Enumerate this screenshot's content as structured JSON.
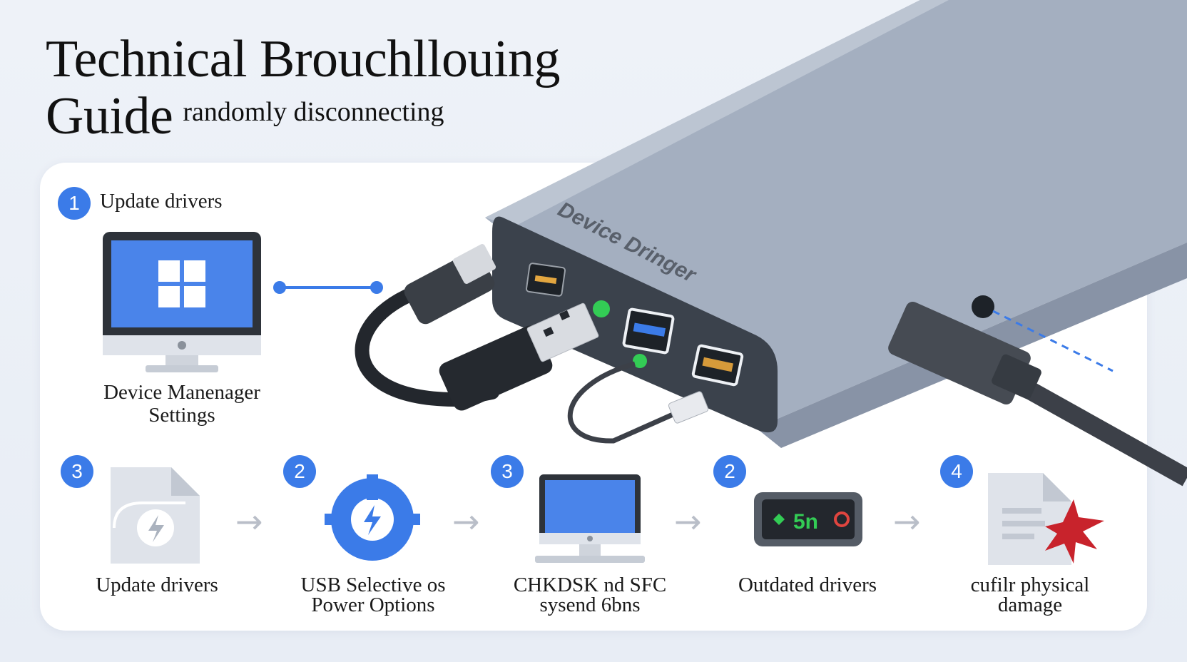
{
  "title": {
    "line1": "Technical Brouchllouing",
    "line2": "Guide",
    "subtitle": "randomly disconnecting"
  },
  "top_step": {
    "badge": "1",
    "title": "Update drivers",
    "caption_line1": "Device Manenager",
    "caption_line2": "Settings"
  },
  "device": {
    "label": "Device Dringer"
  },
  "display_code": "5n",
  "steps": [
    {
      "badge": "3",
      "line1": "Update drivers",
      "line2": ""
    },
    {
      "badge": "2",
      "line1": "USB Selective os",
      "line2": "Power Options"
    },
    {
      "badge": "3",
      "line1": "CHKDSK nd SFC",
      "line2": "sysend 6bns"
    },
    {
      "badge": "2",
      "line1": "Outdated drivers",
      "line2": ""
    },
    {
      "badge": "4",
      "line1": "cufilr physical",
      "line2": "damage"
    }
  ],
  "arrows": [
    "→",
    "→",
    "→",
    "→"
  ],
  "colors": {
    "accent_blue": "#3b7be8",
    "device_gray": "#a4afc0",
    "port_panel": "#3b424c",
    "led_green": "#33cc55",
    "damage_red": "#c8232c",
    "screen_blue": "#4a84ea"
  },
  "icons": [
    "monitor-windows-icon",
    "document-power-icon",
    "power-gear-icon",
    "monitor-icon",
    "display-panel-icon",
    "document-damage-icon"
  ]
}
